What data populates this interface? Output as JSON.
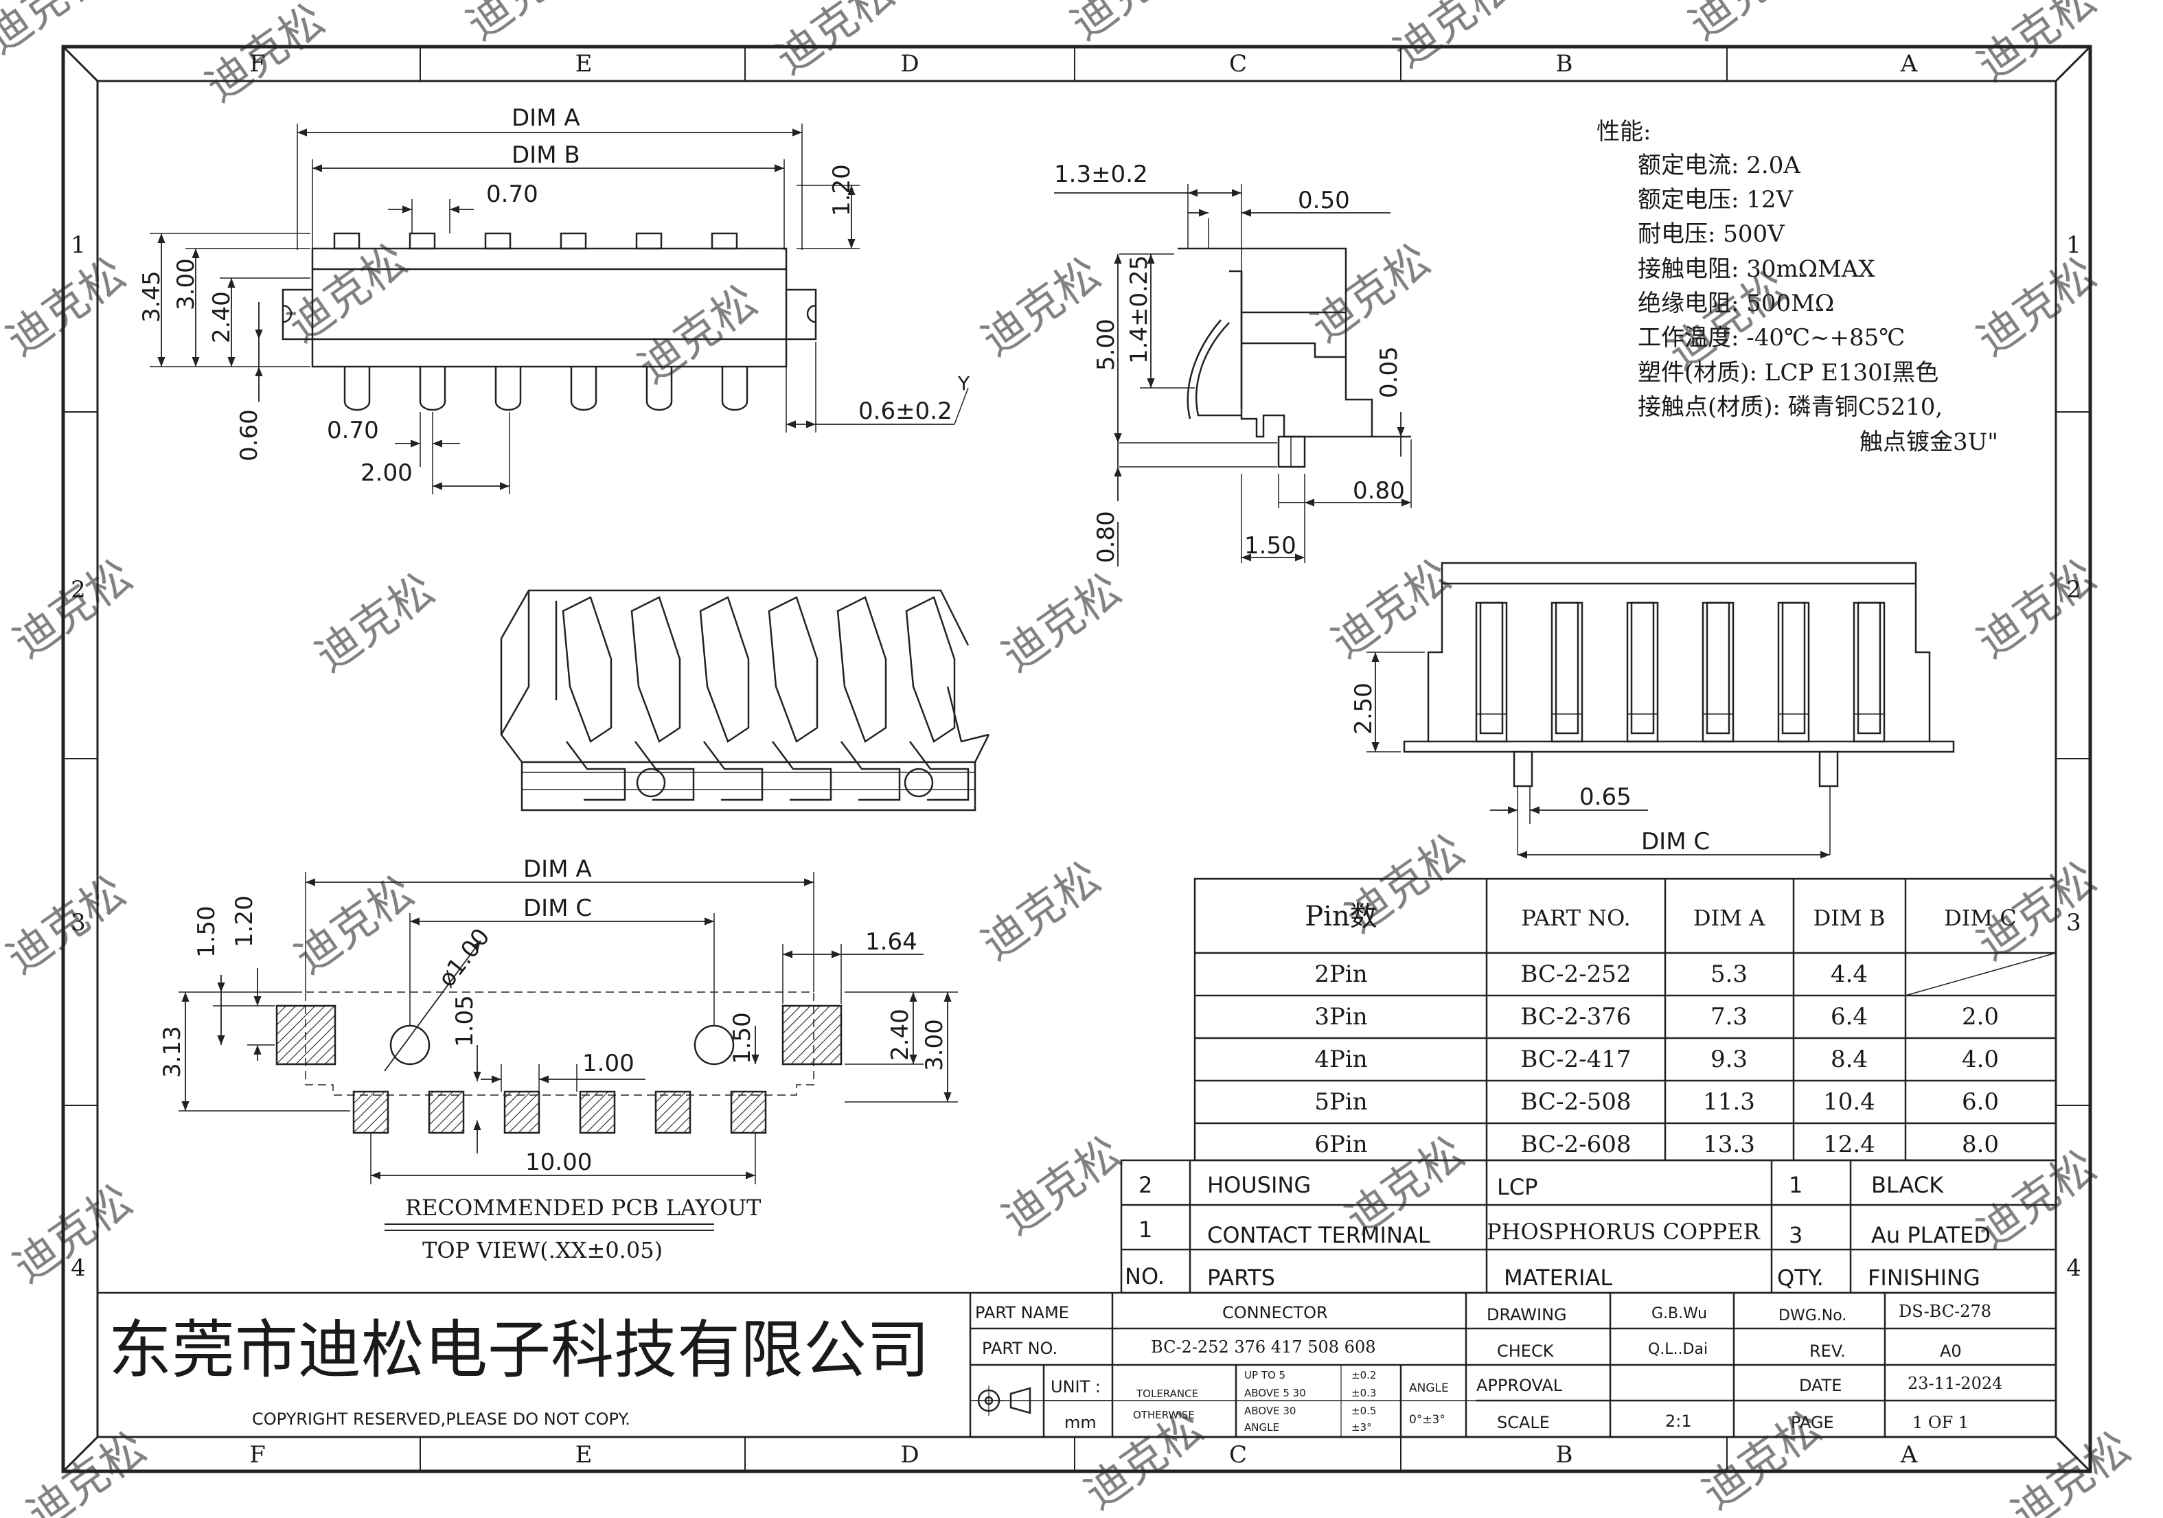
{
  "watermark": {
    "text": "迪克松"
  },
  "border": {
    "columns": [
      "F",
      "E",
      "D",
      "C",
      "B",
      "A"
    ],
    "rows": [
      "1",
      "2",
      "3",
      "4"
    ]
  },
  "views": {
    "top": {
      "dims": {
        "dim_a": "DIM A",
        "dim_b": "DIM B",
        "pitch_top": "0.70",
        "h345": "3.45",
        "h300": "3.00",
        "h240": "2.40",
        "h060": "0.60",
        "h120": "1.20",
        "pitch_bot": "0.70",
        "d200": "2.00",
        "d06": "0.6±0.2",
        "mark_y": "Y"
      }
    },
    "side": {
      "dims": {
        "d13": "1.3±0.2",
        "d050": "0.50",
        "d500": "5.00",
        "d14": "1.4±0.25",
        "d005": "0.05",
        "d080r": "0.80",
        "d080b": "0.80",
        "d150": "1.50"
      }
    },
    "front": {
      "dims": {
        "d250": "2.50",
        "d065": "0.65",
        "dim_c": "DIM C"
      }
    },
    "pcb": {
      "dims": {
        "dim_a": "DIM A",
        "dim_c": "DIM C",
        "d150": "1.50",
        "d120": "1.20",
        "d164": "1.64",
        "dia": "ø1.00",
        "d105": "1.05",
        "d150b": "1.50",
        "d313": "3.13",
        "d240": "2.40",
        "d300": "3.00",
        "d100": "1.00",
        "d1000": "10.00"
      },
      "caption_1": "RECOMMENDED PCB LAYOUT",
      "caption_2": "TOP VIEW(.XX±0.05)"
    }
  },
  "specs": {
    "title": "性能:",
    "lines": [
      "额定电流: 2.0A",
      "额定电压: 12V",
      "耐电压: 500V",
      "接触电阻: 30mΩMAX",
      "绝缘电阻: 500MΩ",
      "工作温度: -40℃~+85℃",
      "塑件(材质): LCP E130I黑色",
      "接触点(材质): 磷青铜C5210,",
      "触点镀金3U\""
    ]
  },
  "pin_table": {
    "headers": [
      "Pin数",
      "PART NO.",
      "DIM A",
      "DIM B",
      "DIM C"
    ],
    "rows": [
      [
        "2Pin",
        "BC-2-252",
        "5.3",
        "4.4",
        ""
      ],
      [
        "3Pin",
        "BC-2-376",
        "7.3",
        "6.4",
        "2.0"
      ],
      [
        "4Pin",
        "BC-2-417",
        "9.3",
        "8.4",
        "4.0"
      ],
      [
        "5Pin",
        "BC-2-508",
        "11.3",
        "10.4",
        "6.0"
      ],
      [
        "6Pin",
        "BC-2-608",
        "13.3",
        "12.4",
        "8.0"
      ]
    ]
  },
  "bom": {
    "rows": [
      [
        "2",
        "HOUSING",
        "LCP",
        "1",
        "BLACK"
      ],
      [
        "1",
        "CONTACT TERMINAL",
        "PHOSPHORUS COPPER",
        "3",
        "Au PLATED"
      ]
    ],
    "header": [
      "NO.",
      "PARTS",
      "MATERIAL",
      "QTY.",
      "FINISHING"
    ]
  },
  "title_block": {
    "company": "东莞市迪松电子科技有限公司",
    "copyright": "COPYRIGHT RESERVED,PLEASE DO NOT COPY.",
    "part_name_label": "PART NAME",
    "part_name": "CONNECTOR",
    "part_no_label": "PART NO.",
    "part_no": "BC-2-252 376 417 508 608",
    "unit_label": "UNIT :",
    "unit": "mm",
    "tolerance_1": "TOLERANCE",
    "tolerance_2": "OTHERWISE",
    "tol": [
      [
        "UP TO 5",
        "±0.2"
      ],
      [
        "ABOVE 5  30",
        "±0.3"
      ],
      [
        "ABOVE 30",
        "±0.5"
      ],
      [
        "ANGLE",
        "±3°"
      ]
    ],
    "angle_label": "ANGLE",
    "angle_val": "0°±3°",
    "drawing_label": "DRAWING",
    "drawing": "G.B.Wu",
    "check_label": "CHECK",
    "check": "Q.L..Dai",
    "approval_label": "APPROVAL",
    "scale_label": "SCALE",
    "scale": "2:1",
    "dwg_no_label": "DWG.No.",
    "dwg_no": "DS-BC-278",
    "rev_label": "REV.",
    "rev": "A0",
    "date_label": "DATE",
    "date": "23-11-2024",
    "page_label": "PAGE",
    "page": "1 OF 1"
  }
}
